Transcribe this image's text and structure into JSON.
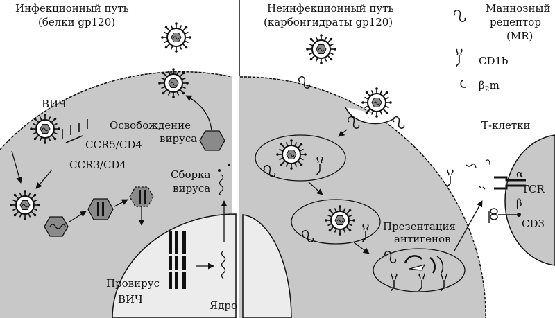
{
  "left_panel": {
    "title_line1": "Инфекционный путь",
    "title_line2": "(белки gp120)",
    "hiv_label": "ВИЧ",
    "ccr5": "CCR5/CD4",
    "ccr3": "CCR3/CD4",
    "release_line1": "Освобождение",
    "release_line2": "вируса",
    "assembly_line1": "Сборка",
    "assembly_line2": "вируса",
    "provirus_line1": "Провирус",
    "provirus_line2": "ВИЧ",
    "nucleus": "Ядро"
  },
  "right_panel": {
    "title_line1": "Неинфекционный путь",
    "title_line2": "(карбонгидраты gp120)",
    "presentation_line1": "Презентация",
    "presentation_line2": "антигенов"
  },
  "legend": {
    "mr_line1": "Маннозный",
    "mr_line2": "рецептор",
    "mr_line3": "(MR)",
    "cd1b": "CD1b",
    "b2m_base": "β",
    "b2m_sub": "2",
    "b2m_tail": "m"
  },
  "tcell": {
    "title": "Т-клетки",
    "alpha": "α",
    "beta": "β",
    "tcr": "TCR",
    "cd3": "CD3"
  },
  "colors": {
    "cell_fill": "#c8c8c8",
    "nucleus_fill": "#ececec",
    "hex_fill": "#8a8a8a",
    "line": "#111111"
  }
}
